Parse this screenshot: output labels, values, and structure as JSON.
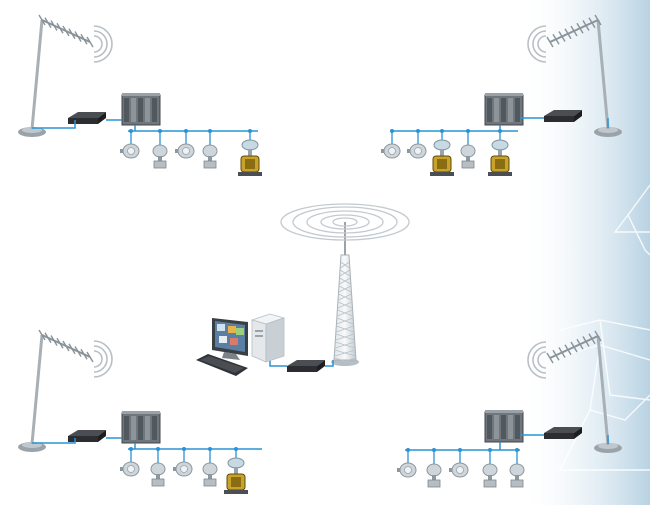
{
  "colors": {
    "link": "#2a93d5",
    "mast": "#a8b0b6",
    "modem": "#2b2d30",
    "plc": "#6f767c",
    "sensor": "#cfd6db",
    "valve_body": "#c9a227",
    "background_accent": "#cfe2ee"
  },
  "icons": {
    "antenna": "yagi-antenna-icon",
    "modem": "radio-modem-icon",
    "plc": "plc-rack-icon",
    "sensor": "field-sensor-icon",
    "transmitter": "pressure-transmitter-icon",
    "valve": "control-valve-icon",
    "tower": "radio-tower-icon",
    "computer": "workstation-icon"
  },
  "sites": [
    {
      "id": "top-left",
      "field_devices": [
        "sensor",
        "transmitter",
        "sensor",
        "transmitter",
        "valve"
      ]
    },
    {
      "id": "top-right",
      "field_devices": [
        "sensor",
        "sensor",
        "valve",
        "transmitter",
        "valve"
      ]
    },
    {
      "id": "bottom-left",
      "field_devices": [
        "sensor",
        "transmitter",
        "sensor",
        "transmitter",
        "valve"
      ]
    },
    {
      "id": "bottom-right",
      "field_devices": [
        "sensor",
        "transmitter",
        "sensor",
        "transmitter",
        "transmitter"
      ]
    }
  ],
  "central_station": {
    "devices": [
      "workstation",
      "keyboard",
      "radio-modem",
      "radio-tower"
    ]
  }
}
